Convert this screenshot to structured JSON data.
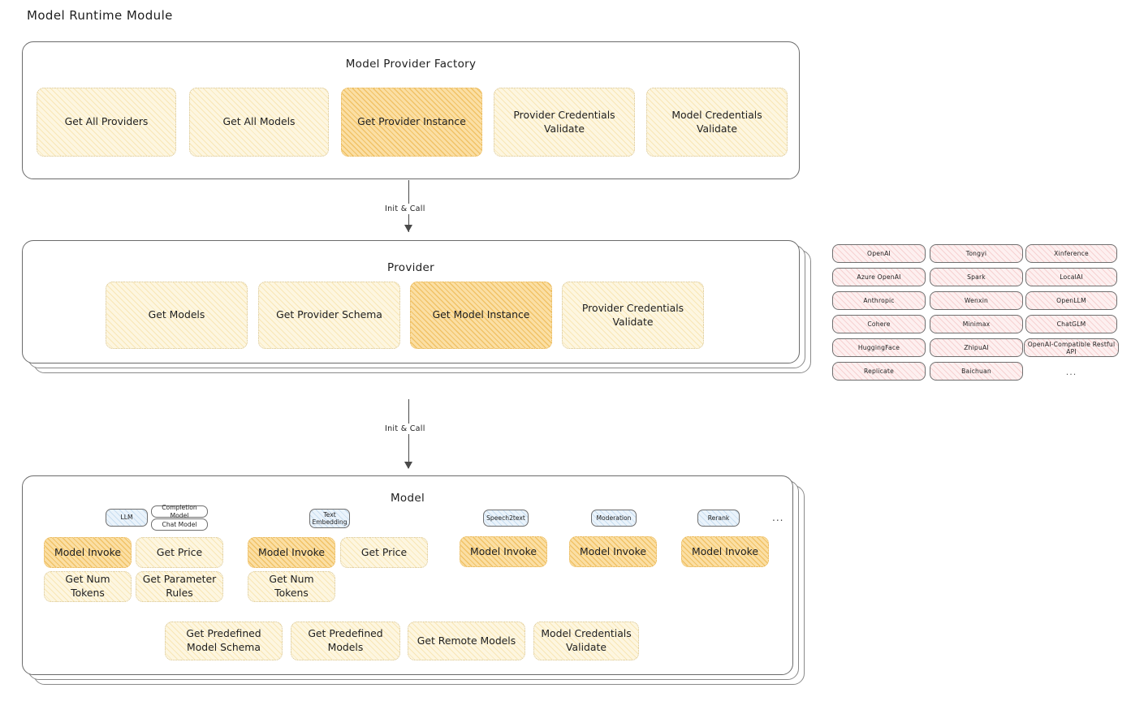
{
  "page": {
    "title": "Model Runtime Module"
  },
  "factory": {
    "title": "Model Provider Factory",
    "methods": [
      {
        "label": "Get All Providers",
        "highlight": false
      },
      {
        "label": "Get All Models",
        "highlight": false
      },
      {
        "label": "Get Provider Instance",
        "highlight": true
      },
      {
        "label": "Provider Credentials Validate",
        "highlight": false
      },
      {
        "label": "Model Credentials Validate",
        "highlight": false
      }
    ]
  },
  "arrow1": {
    "label": "Init & Call"
  },
  "provider": {
    "title": "Provider",
    "methods": [
      {
        "label": "Get Models",
        "highlight": false
      },
      {
        "label": "Get Provider Schema",
        "highlight": false
      },
      {
        "label": "Get Model Instance",
        "highlight": true
      },
      {
        "label": "Provider Credentials Validate",
        "highlight": false
      }
    ]
  },
  "arrow2": {
    "label": "Init & Call"
  },
  "provider_list": {
    "ellipsis": "...",
    "columns": [
      {
        "items": [
          "OpenAI",
          "Azure OpenAI",
          "Anthropic",
          "Cohere",
          "HuggingFace",
          "Replicate"
        ]
      },
      {
        "items": [
          "Tongyi",
          "Spark",
          "Wenxin",
          "Minimax",
          "ZhipuAI",
          "Baichuan"
        ]
      },
      {
        "items": [
          "Xinference",
          "LocalAI",
          "OpenLLM",
          "ChatGLM",
          "OpenAI-Compatible Restful API"
        ]
      }
    ]
  },
  "model": {
    "title": "Model",
    "ellipsis": "...",
    "types": [
      {
        "badge": "LLM",
        "sub_badges": [
          "Completion Model",
          "Chat Model"
        ],
        "methods": [
          {
            "label": "Model Invoke",
            "highlight": true
          },
          {
            "label": "Get Price",
            "highlight": false
          },
          {
            "label": "Get Num Tokens",
            "highlight": false
          },
          {
            "label": "Get Parameter Rules",
            "highlight": false
          }
        ]
      },
      {
        "badge": "Text Embedding",
        "sub_badges": [],
        "methods": [
          {
            "label": "Model Invoke",
            "highlight": true
          },
          {
            "label": "Get Price",
            "highlight": false
          },
          {
            "label": "Get Num Tokens",
            "highlight": false
          }
        ]
      },
      {
        "badge": "Speech2text",
        "sub_badges": [],
        "methods": [
          {
            "label": "Model Invoke",
            "highlight": true
          }
        ]
      },
      {
        "badge": "Moderation",
        "sub_badges": [],
        "methods": [
          {
            "label": "Model Invoke",
            "highlight": true
          }
        ]
      },
      {
        "badge": "Rerank",
        "sub_badges": [],
        "methods": [
          {
            "label": "Model Invoke",
            "highlight": true
          }
        ]
      }
    ],
    "common_methods": [
      {
        "label": "Get Predefined Model Schema"
      },
      {
        "label": "Get Predefined Models"
      },
      {
        "label": "Get Remote Models"
      },
      {
        "label": "Model Credentials Validate"
      }
    ]
  },
  "colors": {
    "method_fill": "#fdf6e0",
    "method_highlight_fill": "#fbdfa4",
    "provider_chip_fill": "#fdf0f0",
    "badge_fill": "#eaf3fb",
    "stroke": "#6b6b6b",
    "background": "#ffffff"
  }
}
